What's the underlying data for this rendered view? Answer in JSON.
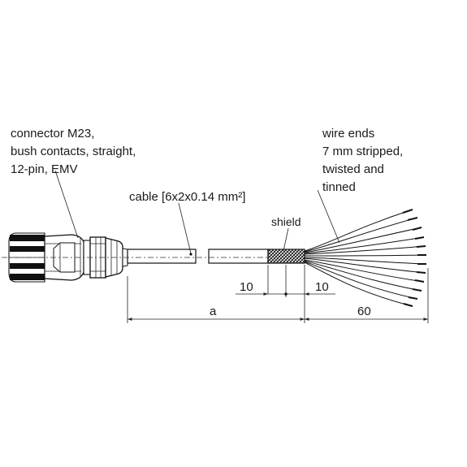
{
  "labels": {
    "connector": [
      "connector M23,",
      "bush contacts, straight,",
      "12-pin, EMV"
    ],
    "wire_ends": [
      "wire ends",
      "7 mm stripped,",
      "twisted and",
      "tinned"
    ],
    "cable": "cable [6x2x0.14 mm²]",
    "shield": "shield"
  },
  "dimensions": {
    "left_10": "10",
    "right_10": "10",
    "a": "a",
    "end_60": "60"
  }
}
